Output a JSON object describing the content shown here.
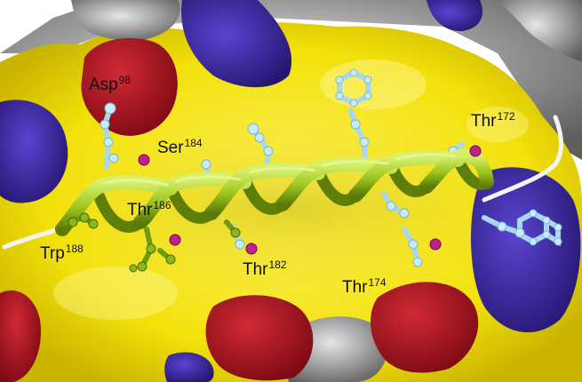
{
  "figure": {
    "colors": {
      "surface_yellow": "#f4e40c",
      "surface_gray": "#9a9a9a",
      "acidic_red": "#a8121e",
      "basic_blue": "#3a2aa0",
      "helix_green": "#9cc41c",
      "sidechain_cyan": "#a8d8ee",
      "oxygen_magenta": "#c0208a"
    },
    "labels": {
      "asp98": {
        "name": "Asp",
        "num": "98"
      },
      "ser184": {
        "name": "Ser",
        "num": "184"
      },
      "thr186": {
        "name": "Thr",
        "num": "186"
      },
      "trp188": {
        "name": "Trp",
        "num": "188"
      },
      "thr182": {
        "name": "Thr",
        "num": "182"
      },
      "thr174": {
        "name": "Thr",
        "num": "174"
      },
      "thr172": {
        "name": "Thr",
        "num": "172"
      }
    }
  }
}
